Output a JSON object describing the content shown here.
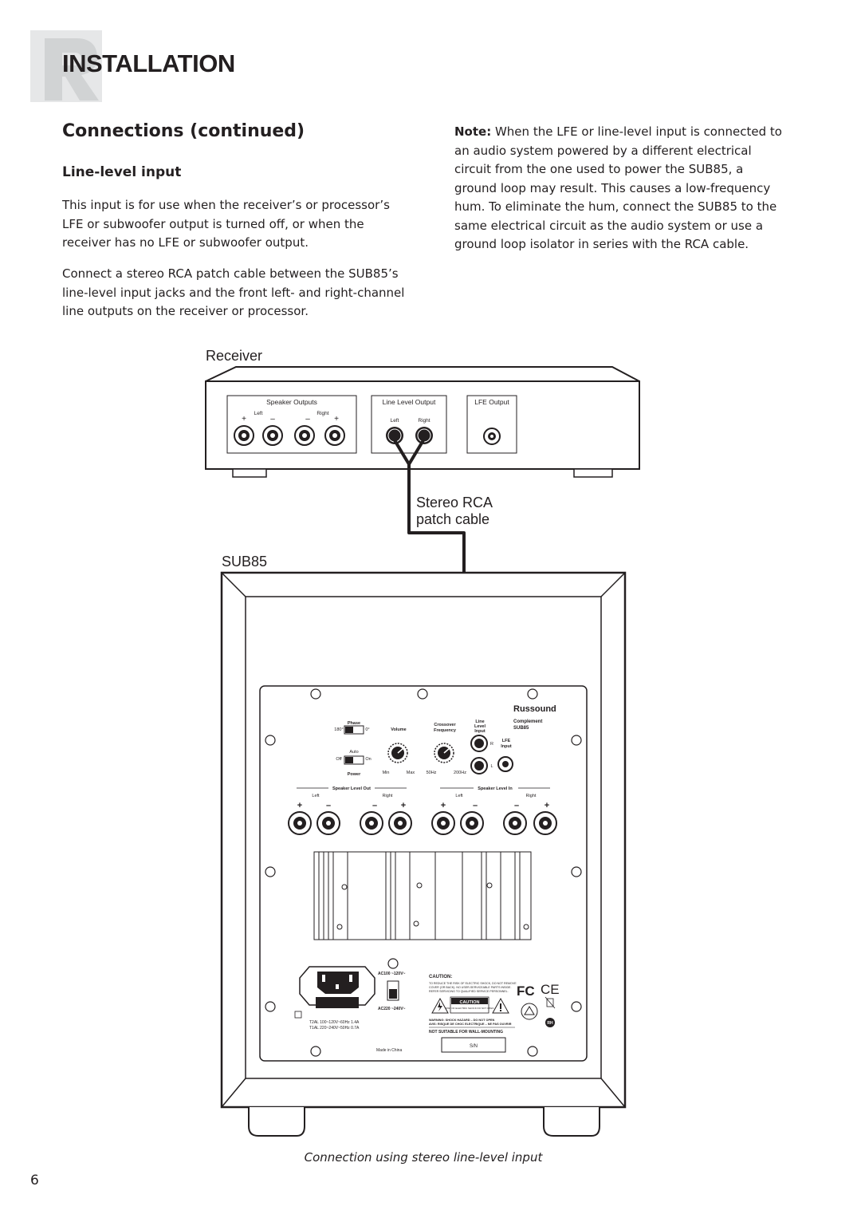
{
  "header": {
    "title": "INSTALLATION",
    "logo": "russound-r-logo"
  },
  "section": {
    "heading": "Connections (continued)"
  },
  "subsection": {
    "heading": "Line-level input"
  },
  "paragraphs": [
    "This input is for use when the receiver’s or processor’s LFE or subwoofer output is turned off, or when the receiver has no LFE or subwoofer output.",
    "Connect a stereo RCA patch cable between the SUB85’s line-level input jacks and the front left- and right-channel line outputs on the receiver or processor."
  ],
  "note": {
    "label": "Note:",
    "text": " When the LFE or line-level input is connected to an audio system powered by a different electrical circuit from the one used to power the SUB85, a ground loop may result. This causes a low-frequency hum. To eliminate the hum, connect the SUB85 to the same electrical circuit as the audio system or use a ground loop isolator in series with the RCA cable."
  },
  "diagram": {
    "receiver_label": "Receiver",
    "receiver": {
      "speaker_outputs": "Speaker Outputs",
      "line_level_output": "Line Level Output",
      "lfe_output": "LFE Output",
      "left": "Left",
      "right": "Right",
      "plus": "+",
      "minus": "–"
    },
    "cable_label_line1": "Stereo RCA",
    "cable_label_line2": "patch cable",
    "sub_label": "SUB85",
    "panel": {
      "brand": "Russound",
      "complement": "Complement",
      "model": "SUB85",
      "phase": "Phase",
      "phase_180": "180°",
      "phase_0": "0°",
      "auto": "Auto",
      "off": "Off",
      "on": "On",
      "power": "Power",
      "volume": "Volume",
      "min": "Min",
      "max": "Max",
      "crossover": "Crossover",
      "frequency": "Frequency",
      "hz50": "50Hz",
      "hz200": "200Hz",
      "line": "Line",
      "level": "Level",
      "input": "Input",
      "lfe": "LFE",
      "lfe_input": "Input",
      "r": "R",
      "l": "L",
      "speaker_level_out": "Speaker Level Out",
      "speaker_level_in": "Speaker Level In",
      "left": "Left",
      "right": "Right",
      "ac100": "AC100 ~120V~",
      "ac220": "AC220 ~240V~",
      "fuse1": "T2AL 100~120V~60Hz 1.4A",
      "fuse2": "T1AL 220~240V~50Hz 0.7A",
      "caution": "CAUTION:",
      "caution_text_1": "TO REDUCE THE RISK OF ELECTRIC SHOCK, DO NOT REMOVE",
      "caution_text_2": "COVER (OR BACK). NO USER-SERVICEABLE PARTS INSIDE.",
      "caution_text_3": "REFER SERVICING TO QUALIFIED SERVICE PERSONNEL.",
      "caution_box": "CAUTION",
      "caution_box_sub": "RISK OF ELECTRIC SHOCK DO NOT OPEN",
      "warning": "WARNING: SHOCK HAZARD – DO NOT OPEN",
      "avis": "AVIS: RISQUE DE CHOC ELECTRIQUE – NE PAS OUVRIR",
      "wall": "NOT SUITABLE FOR WALL-MOUNTING",
      "made_in": "Made in China",
      "sn": "S/N",
      "fcc": "FC",
      "ce": "CE",
      "rh": "RH"
    }
  },
  "caption": "Connection using stereo line-level input",
  "page_number": "6"
}
